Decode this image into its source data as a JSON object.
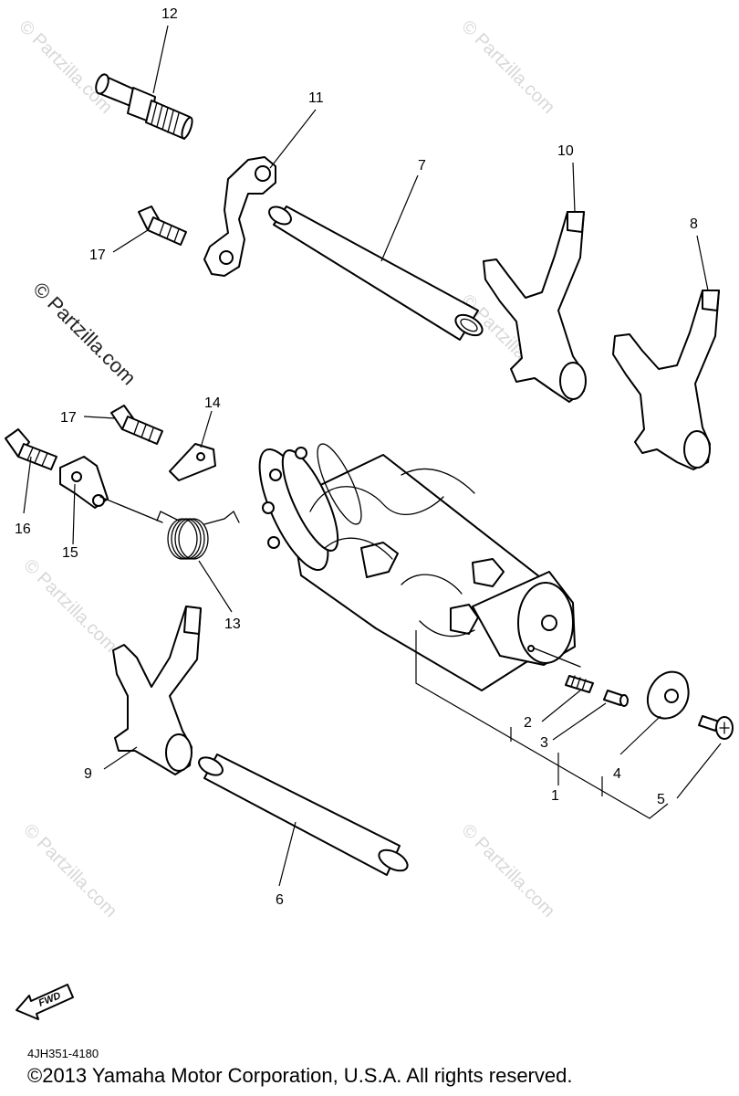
{
  "watermark": "© Partzilla.com",
  "fwd_label": "FWD",
  "doc_code": "4JH351-4180",
  "copyright": "©2013 Yamaha Motor Corporation, U.S.A. All rights reserved.",
  "callouts": {
    "n1": "1",
    "n2": "2",
    "n3": "3",
    "n4": "4",
    "n5": "5",
    "n6": "6",
    "n7": "7",
    "n8": "8",
    "n9": "9",
    "n10": "10",
    "n11": "11",
    "n12": "12",
    "n13": "13",
    "n14": "14",
    "n15": "15",
    "n16": "16",
    "n17a": "17",
    "n17b": "17"
  }
}
